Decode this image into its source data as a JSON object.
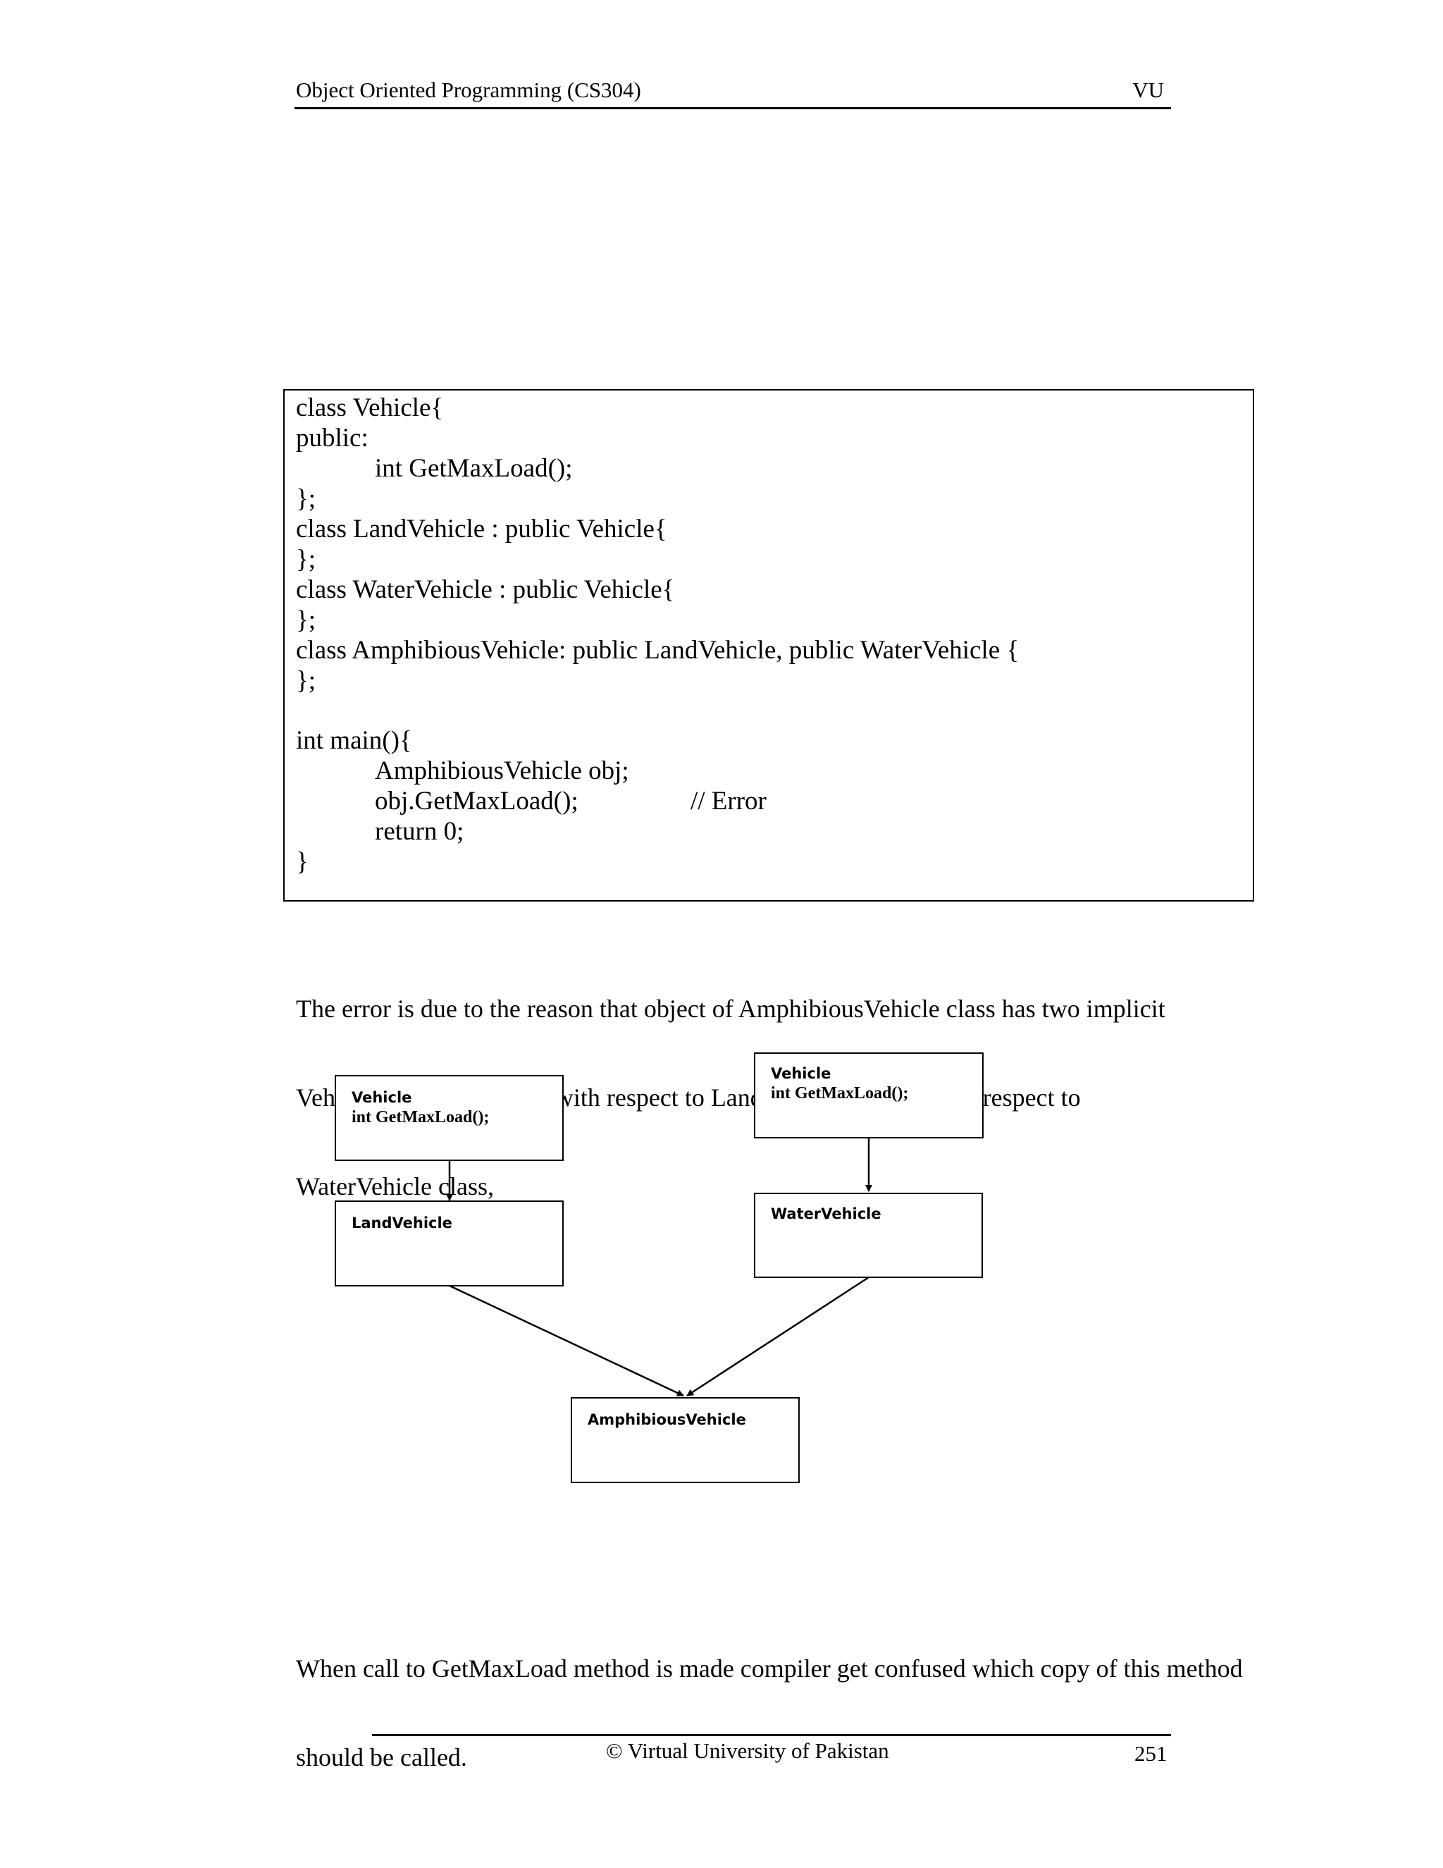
{
  "header": {
    "title": "Object Oriented Programming (CS304)",
    "org": "VU"
  },
  "code": {
    "lines": [
      "class Vehicle{",
      "public:",
      "int GetMaxLoad();",
      "};",
      "class LandVehicle : public Vehicle{",
      "};",
      "class WaterVehicle : public Vehicle{",
      "};",
      "class AmphibiousVehicle: public LandVehicle, public WaterVehicle {",
      "};",
      "int main(){",
      "AmphibiousVehicle obj;",
      "obj.GetMaxLoad();",
      "return 0;",
      "}"
    ],
    "comment": "// Error"
  },
  "paragraph1": {
    "lines": [
      "The error is due to the reason that object of AmphibiousVehicle class has two implicit",
      "Vehicle class objects one with respect to LandVehicle and one with respect to",
      "WaterVehicle class,"
    ]
  },
  "diagram": {
    "vehicle_left": {
      "name": "Vehicle",
      "method": "int GetMaxLoad();"
    },
    "vehicle_right": {
      "name": "Vehicle",
      "method": "int GetMaxLoad();"
    },
    "land": {
      "name": "LandVehicle"
    },
    "water": {
      "name": "WaterVehicle"
    },
    "amphibious": {
      "name": "AmphibiousVehicle"
    }
  },
  "paragraph2": {
    "lines": [
      "When call to GetMaxLoad method is made compiler get confused which copy of this method",
      "should be called."
    ]
  },
  "footer": {
    "text": "© Virtual University of Pakistan",
    "page_number": "251"
  }
}
